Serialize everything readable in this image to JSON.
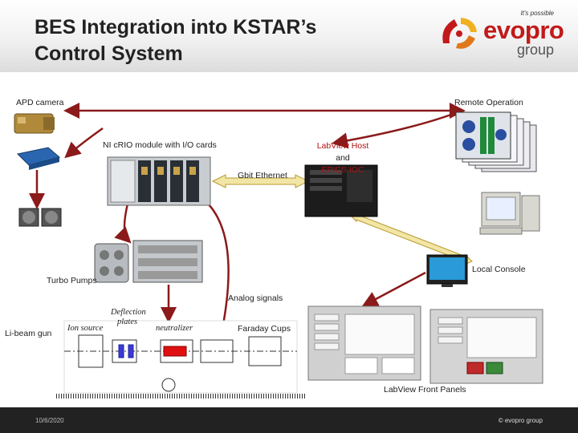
{
  "header": {
    "title_line1": "BES Integration into KSTAR’s",
    "title_line2": "Control System"
  },
  "logo": {
    "tagline": "It's possible",
    "brand": "evopro",
    "sub": "group",
    "colors": {
      "red": "#c21a1a",
      "gray": "#555555"
    }
  },
  "labels": {
    "apd_camera": "APD camera",
    "remote_operation": "Remote Operation",
    "ni_crio": "NI cRIO module with I/O cards",
    "labview_host": "LabView Host",
    "and_word": "and",
    "epics_ioc": "EPICS IOC",
    "gbit_ethernet": "Gbit Ethernet",
    "local_console": "Local Console",
    "turbo_pumps": "Turbo Pumps",
    "analog_signals": "Analog signals",
    "li_beam_gun": "Li-beam gun",
    "ion_source": "Ion source",
    "deflection_plates_1": "Deflection",
    "deflection_plates_2": "plates",
    "neutralizer": "neutralizer",
    "faraday_cups": "Faraday Cups",
    "labview_front_panels": "LabView Front Panels"
  },
  "footer": {
    "date": "10/6/2020",
    "copyright": "© evopro group"
  },
  "colors": {
    "arrow": "#8b1a1a",
    "ethernet_arrow": "#f2e6a6",
    "red_label": "#b01010"
  }
}
